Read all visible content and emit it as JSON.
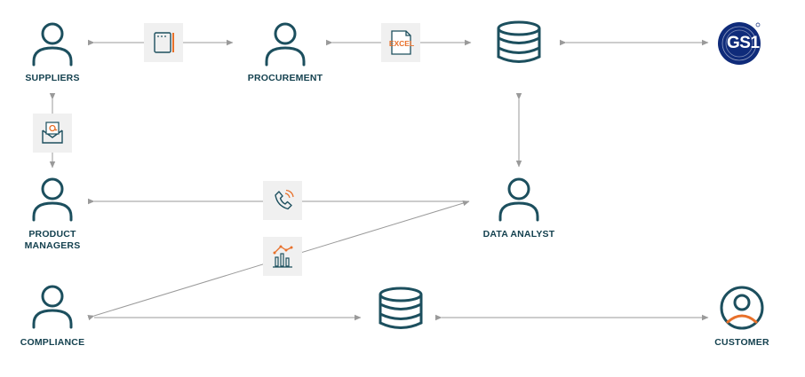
{
  "nodes": {
    "suppliers": {
      "label": "SUPPLIERS"
    },
    "procurement": {
      "label": "PROCUREMENT"
    },
    "product_managers": {
      "label_line1": "PRODUCT",
      "label_line2": "MANAGERS"
    },
    "data_analyst": {
      "label": "DATA ANALYST"
    },
    "compliance": {
      "label": "COMPLIANCE"
    },
    "customer": {
      "label": "CUSTOMER"
    }
  },
  "badges": {
    "excel": {
      "text": "EXCEL"
    }
  },
  "logo": {
    "text": "GS1"
  },
  "colors": {
    "icon_stroke": "#1c4f5e",
    "accent": "#e8702a",
    "arrow": "#9a9a9a",
    "label": "#14414f",
    "gs1_blue": "#0f2b7a"
  }
}
